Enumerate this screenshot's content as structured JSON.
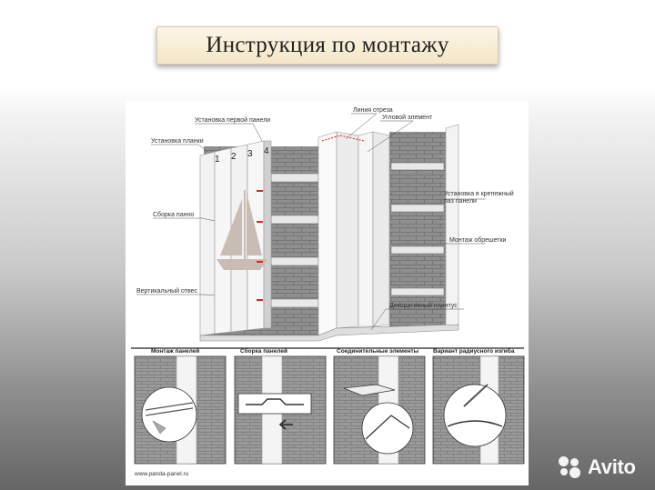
{
  "title": "Инструкция по монтажу",
  "main_diagram": {
    "labels": {
      "first_panel": "Установка первой панели",
      "cut_line": "Линия отреза",
      "corner": "Угловой элемент",
      "strip": "Установка планки",
      "assembly": "Сборка панно",
      "slot": "Установка в крепежный",
      "slot2": "паз панели",
      "lathing": "Монтаж обрешетки",
      "plumb": "Вертикальный отвес",
      "skirting": "Декоративный плинтус"
    },
    "panel_numbers": [
      "1",
      "2",
      "3",
      "4"
    ]
  },
  "steps": [
    {
      "title": "Монтаж панелей",
      "icon": "panel-mount-icon"
    },
    {
      "title": "Сборка панелей",
      "icon": "panel-assembly-icon"
    },
    {
      "title": "Соединительные элементы",
      "icon": "connector-icon"
    },
    {
      "title": "Вариант радиусного изгиба",
      "icon": "radius-bend-icon"
    }
  ],
  "website": "www.panda-panel.ru",
  "watermark": "Avito",
  "colors": {
    "title_bg": "#f6ecd4",
    "brick": "#8c8c8c",
    "panel": "#f5f5f5",
    "accent_red": "#d9261c"
  }
}
